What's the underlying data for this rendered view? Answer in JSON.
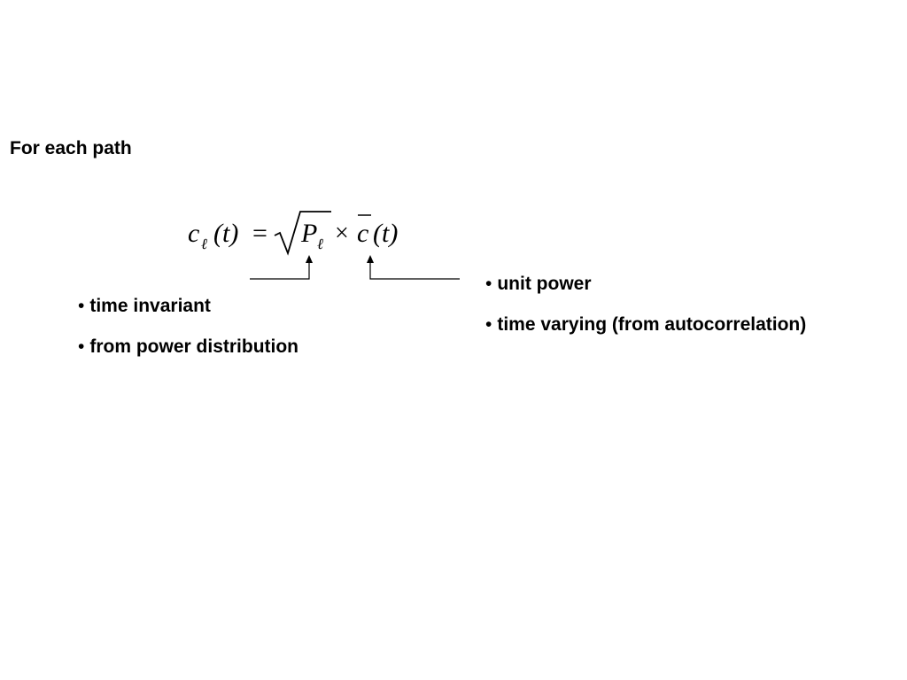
{
  "slide": {
    "heading": "For each path",
    "equation": {
      "lhs_symbol": "c",
      "lhs_subscript": "ℓ",
      "lhs_arg": "(t)",
      "equals": "=",
      "sqrt_symbol": "P",
      "sqrt_subscript": "ℓ",
      "times": "×",
      "rhs_symbol": "c",
      "rhs_arg": "(t)"
    },
    "left_notes": [
      {
        "bullet": "•",
        "text": "time invariant"
      },
      {
        "bullet": "•",
        "text": "from power distribution"
      }
    ],
    "right_notes": [
      {
        "bullet": "•",
        "text": "unit power"
      },
      {
        "bullet": "•",
        "text": "time varying (from autocorrelation)"
      }
    ]
  }
}
